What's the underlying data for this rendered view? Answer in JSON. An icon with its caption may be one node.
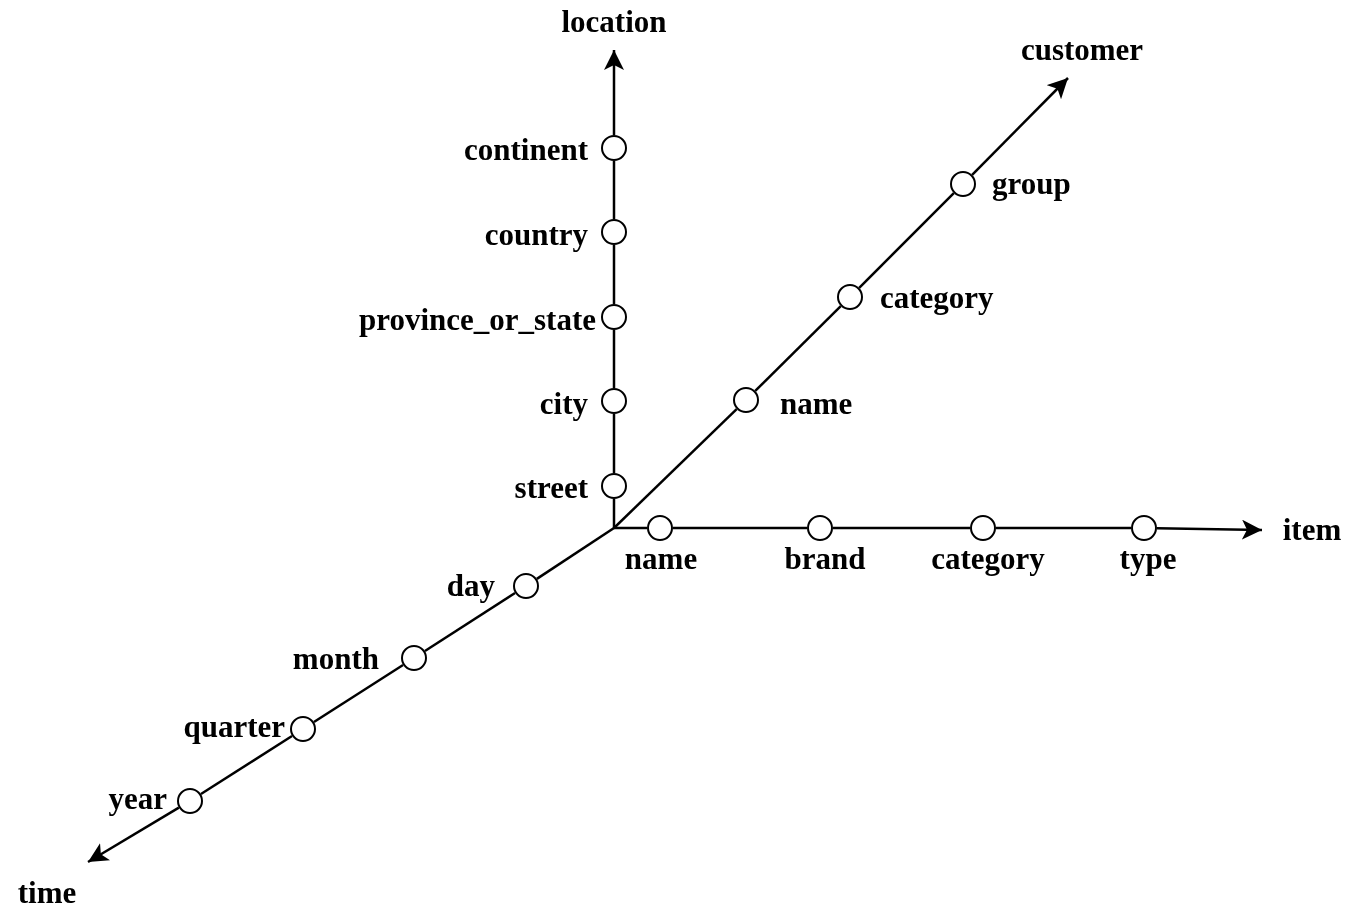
{
  "diagram": {
    "nodes": [
      {
        "text": [
          "location"
        ]
      },
      {
        "text": [
          "customer"
        ]
      },
      {
        "text": [],
        "shape": "circle",
        "beside": [
          "continent"
        ]
      },
      {
        "text": [],
        "shape": "circle",
        "beside": [
          "group"
        ]
      },
      {
        "text": [],
        "shape": "circle",
        "beside": [
          "country"
        ]
      },
      {
        "text": [],
        "shape": "circle",
        "beside": [
          "category"
        ]
      },
      {
        "text": [],
        "shape": "circle",
        "beside": [
          "province_or_state"
        ]
      },
      {
        "text": [],
        "shape": "circle",
        "beside": [
          "city"
        ]
      },
      {
        "text": [],
        "shape": "circle",
        "beside": [
          "name"
        ]
      },
      {
        "text": [],
        "shape": "circle",
        "beside": [
          "street"
        ]
      },
      {
        "text": [
          "item"
        ]
      },
      {
        "text": [],
        "shape": "circle",
        "beside": [
          "name"
        ]
      },
      {
        "text": [],
        "shape": "circle",
        "beside": [
          "brand"
        ]
      },
      {
        "text": [],
        "shape": "circle",
        "beside": [
          "category"
        ]
      },
      {
        "text": [],
        "shape": "circle",
        "beside": [
          "type"
        ]
      },
      {
        "text": [],
        "shape": "circle",
        "beside": [
          "day"
        ]
      },
      {
        "text": [],
        "shape": "circle",
        "beside": [
          "month"
        ]
      },
      {
        "text": [],
        "shape": "circle",
        "beside": [
          "quarter"
        ]
      },
      {
        "text": [],
        "shape": "circle",
        "beside": [
          "year"
        ]
      },
      {
        "text": [
          "time"
        ]
      }
    ],
    "edges": [
      {
        "from": null,
        "to": 9,
        "arrow": "none"
      },
      {
        "from": 9,
        "to": 7,
        "arrow": "none"
      },
      {
        "from": 7,
        "to": 6,
        "arrow": "none"
      },
      {
        "from": 6,
        "to": 4,
        "arrow": "none"
      },
      {
        "from": 4,
        "to": 2,
        "arrow": "none"
      },
      {
        "from": 2,
        "to": 0,
        "arrow": "to"
      },
      {
        "from": null,
        "to": 8,
        "arrow": "none"
      },
      {
        "from": 8,
        "to": 5,
        "arrow": "none"
      },
      {
        "from": 5,
        "to": 3,
        "arrow": "none"
      },
      {
        "from": 3,
        "to": 1,
        "arrow": "to"
      },
      {
        "from": null,
        "to": 11,
        "arrow": "none"
      },
      {
        "from": 11,
        "to": 12,
        "arrow": "none"
      },
      {
        "from": 12,
        "to": 13,
        "arrow": "none"
      },
      {
        "from": 13,
        "to": 14,
        "arrow": "none"
      },
      {
        "from": 14,
        "to": 10,
        "arrow": "to"
      },
      {
        "from": null,
        "to": 15,
        "arrow": "none"
      },
      {
        "from": 15,
        "to": 16,
        "arrow": "none"
      },
      {
        "from": 16,
        "to": 17,
        "arrow": "none"
      },
      {
        "from": 17,
        "to": 18,
        "arrow": "none"
      },
      {
        "from": 18,
        "to": 19,
        "arrow": "to"
      }
    ]
  }
}
